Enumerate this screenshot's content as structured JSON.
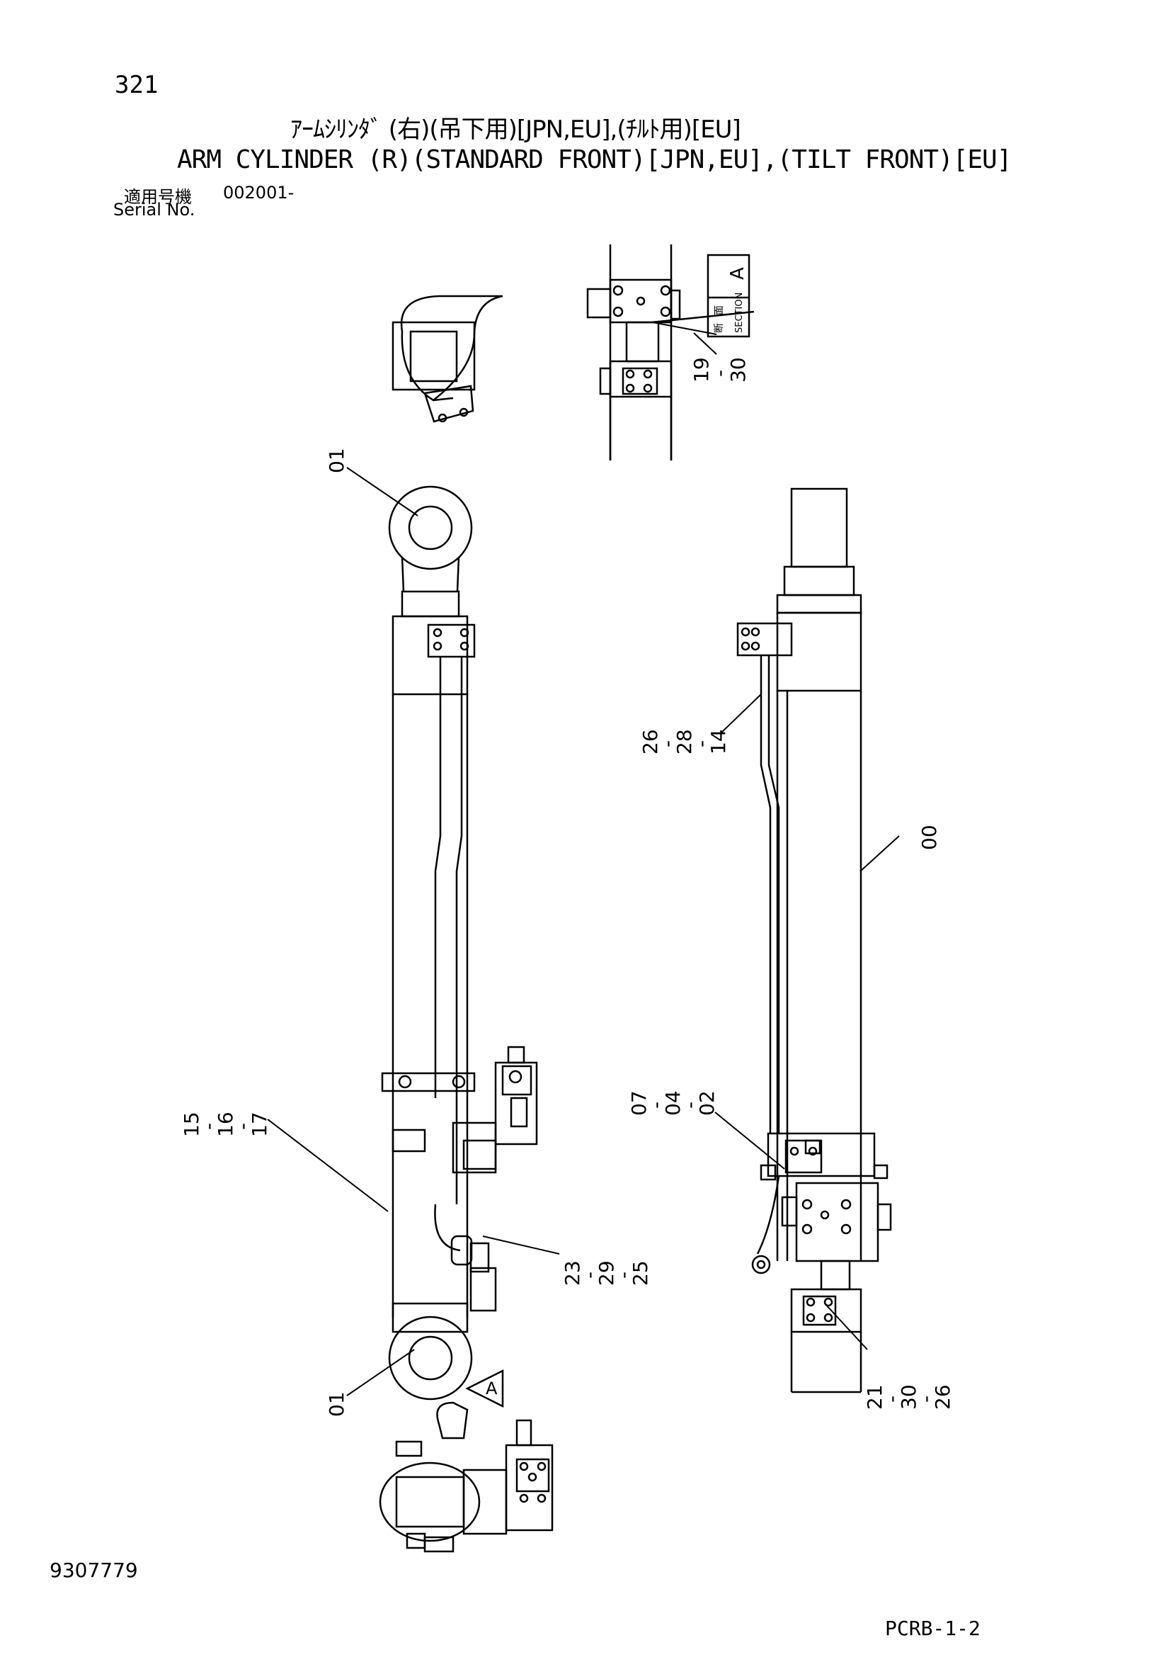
{
  "header": {
    "page_number": "321",
    "title_jp": "ｱｰﾑｼﾘﾝﾀﾞ (右)(吊下用)[JPN,EU],(ﾁﾙﾄ用)[EU]",
    "title_en": "ARM CYLINDER (R)(STANDARD FRONT)[JPN,EU],(TILT FRONT)[EU]",
    "serial_label_jp": "適用号機",
    "serial_value": "002001-",
    "serial_label_en": "Serial No."
  },
  "section": {
    "label_jp_1": "断",
    "label_jp_2": "面",
    "label_en": "SECTION",
    "letter": "A",
    "view_marker": "A"
  },
  "callouts": {
    "c01_top": "01",
    "c01_bottom": "01",
    "c00": "00",
    "c19": [
      "19",
      "-",
      "30"
    ],
    "c26": [
      "26",
      "-",
      "28",
      "-",
      "14"
    ],
    "c15": [
      "15",
      "-",
      "16",
      "-",
      "17"
    ],
    "c07": [
      "07",
      "-",
      "04",
      "-",
      "02"
    ],
    "c23": [
      "23",
      "-",
      "29",
      "-",
      "25"
    ],
    "c21": [
      "21",
      "-",
      "30",
      "-",
      "26"
    ]
  },
  "footer": {
    "drawing_number": "9307779",
    "page_code": "PCRB-1-2"
  }
}
